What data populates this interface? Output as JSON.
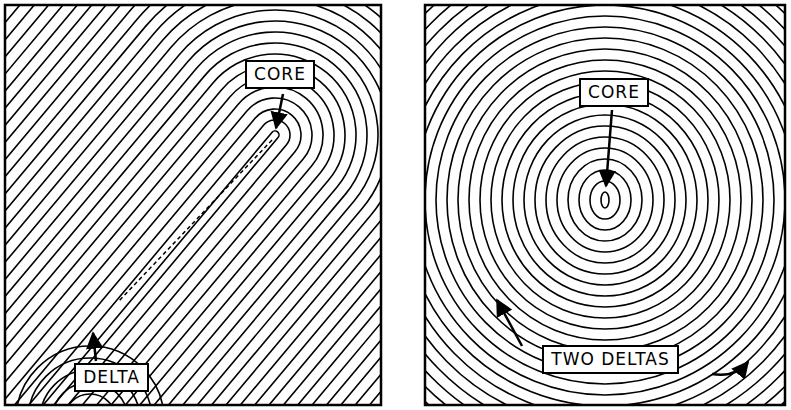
{
  "diagram": {
    "nodes": [
      {
        "text": [
          "CORE"
        ]
      },
      {
        "text": [
          "DELTA"
        ]
      },
      {
        "text": [
          "CORE"
        ]
      },
      {
        "text": [
          "TWO DELTAS"
        ]
      }
    ]
  }
}
